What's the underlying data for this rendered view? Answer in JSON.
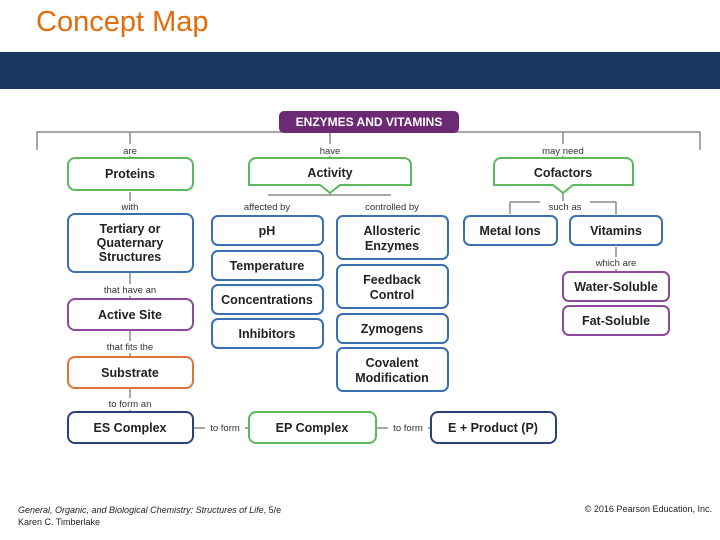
{
  "slide_title": "Concept Map",
  "colors": {
    "title": "#e36c0a",
    "bar": "#17375e",
    "header": "#6b2a72",
    "green": "#5cb85c",
    "blue": "#3a6fb0",
    "purple": "#8e4a9a",
    "orange": "#e0733a",
    "navy": "#2b3f7a"
  },
  "diagram": {
    "header": "ENZYMES AND VITAMINS",
    "top_links": {
      "are": "are",
      "have": "have",
      "may_need": "may need"
    },
    "level1": {
      "proteins": "Proteins",
      "activity": "Activity",
      "cofactors": "Cofactors"
    },
    "protein_chain": {
      "with": "with",
      "tertiary": [
        "Tertiary or",
        "Quaternary",
        "Structures"
      ],
      "that_have_an": "that have an",
      "active_site": "Active Site",
      "that_fits_the": "that fits the",
      "substrate": "Substrate",
      "to_form_an": "to form an"
    },
    "activity_branch": {
      "affected_by": "affected by",
      "controlled_by": "controlled by",
      "affected": [
        "pH",
        "Temperature",
        "Concentrations",
        "Inhibitors"
      ],
      "allosteric": [
        "Allosteric",
        "Enzymes"
      ],
      "feedback": [
        "Feedback",
        "Control"
      ],
      "zymogens": "Zymogens",
      "covalent": [
        "Covalent",
        "Modification"
      ]
    },
    "cofactor_branch": {
      "such_as": "such as",
      "metal_ions": "Metal Ions",
      "vitamins": "Vitamins",
      "which_are": "which are",
      "water_soluble": "Water-Soluble",
      "fat_soluble": "Fat-Soluble"
    },
    "bottom_row": {
      "es_complex": "ES Complex",
      "to_form_1": "to form",
      "ep_complex": "EP Complex",
      "to_form_2": "to form",
      "product": "E + Product (P)"
    }
  },
  "footer": {
    "book_title": "General, Organic, and Biological Chemistry: Structures of Life",
    "edition": ", 5/e",
    "author": "Karen C. Timberlake",
    "copyright": "© 2016 Pearson Education, Inc."
  }
}
